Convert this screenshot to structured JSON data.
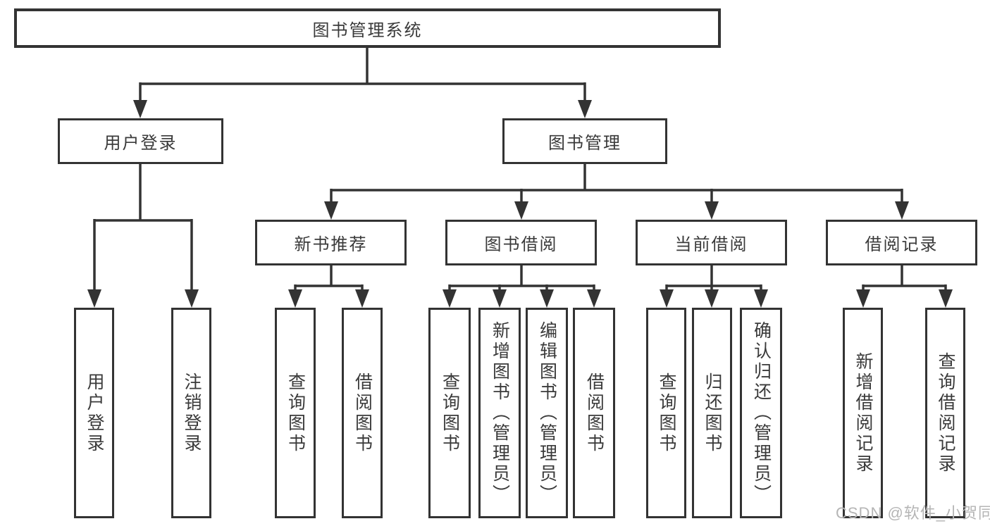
{
  "diagram": {
    "tree": {
      "label": "图书管理系统",
      "children": [
        {
          "label": "用户登录",
          "children": [
            {
              "label": "用户登录"
            },
            {
              "label": "注销登录"
            }
          ]
        },
        {
          "label": "图书管理",
          "children": [
            {
              "label": "新书推荐",
              "children": [
                {
                  "label": "查询图书"
                },
                {
                  "label": "借阅图书"
                }
              ]
            },
            {
              "label": "图书借阅",
              "children": [
                {
                  "label": "查询图书"
                },
                {
                  "label": "新增图书（管理员）"
                },
                {
                  "label": "编辑图书（管理员）"
                },
                {
                  "label": "借阅图书"
                }
              ]
            },
            {
              "label": "当前借阅",
              "children": [
                {
                  "label": "查询图书"
                },
                {
                  "label": "归还图书"
                },
                {
                  "label": "确认归还（管理员）"
                }
              ]
            },
            {
              "label": "借阅记录",
              "children": [
                {
                  "label": "新增借阅记录"
                },
                {
                  "label": "查询借阅记录"
                }
              ]
            }
          ]
        }
      ]
    },
    "watermark": "CSDN @软件_小贺同学",
    "colors": {
      "line": "#333333",
      "text": "#3a3a3a",
      "watermark": "#b5b5b5",
      "background": "#ffffff"
    }
  }
}
